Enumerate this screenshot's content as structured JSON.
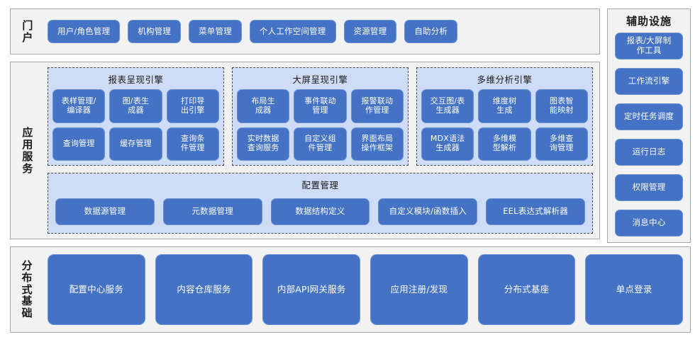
{
  "portal": {
    "label": "门户",
    "items": [
      "用户/角色管理",
      "机构管理",
      "菜单管理",
      "个人工作空间管理",
      "资源管理",
      "自助分析"
    ]
  },
  "aux": {
    "title": "辅助设施",
    "items": [
      "报表/大屏制\n作工具",
      "工作流引擎",
      "定时任务调度",
      "运行日志",
      "权限管理",
      "消息中心"
    ]
  },
  "app_services": {
    "label": "应用服务",
    "engines": [
      {
        "title": "报表呈现引擎",
        "items": [
          "表样管理/\n编译器",
          "图/表生\n成器",
          "打印导\n出引擎",
          "查询管理",
          "缓存管理",
          "查询条\n件管理"
        ]
      },
      {
        "title": "大屏呈现引擎",
        "items": [
          "布局生\n成器",
          "事件联动\n管理",
          "报警联动\n作管理",
          "实时数据\n查询服务",
          "自定义组\n件管理",
          "界面布局\n操作框架"
        ]
      },
      {
        "title": "多维分析引擎",
        "items": [
          "交互图/表\n生成器",
          "维度树\n生成",
          "图表智\n能映射",
          "MDX语法\n生成器",
          "多维模\n型解析",
          "多维查\n询管理"
        ]
      }
    ],
    "config": {
      "title": "配置管理",
      "items": [
        "数据源管理",
        "元数据管理",
        "数据结构定义",
        "自定义模块/函数插入",
        "EEL表达式解析器"
      ]
    }
  },
  "distributed": {
    "label": "分布式基础",
    "items": [
      "配置中心服务",
      "内容仓库服务",
      "内部API网关服务",
      "应用注册/发现",
      "分布式基座",
      "单点登录"
    ]
  },
  "colors": {
    "button_fill": "#4472c4",
    "button_border": "#6d93d6",
    "panel_fill": "#cfdcf5",
    "shell_fill": "#f2f2f2",
    "shell_border": "#a8a8a8",
    "text_light": "#ffffff",
    "text_dark": "#1a1a1a"
  }
}
